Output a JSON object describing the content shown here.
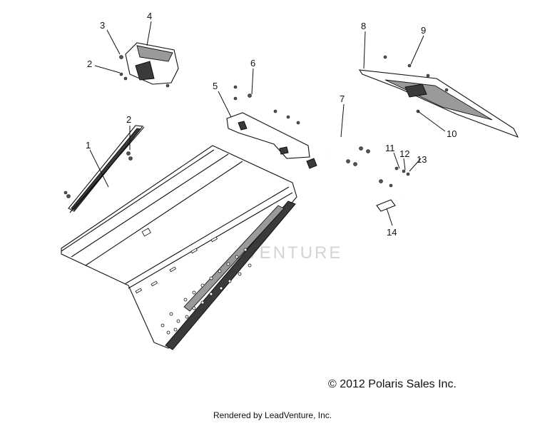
{
  "diagram": {
    "callouts": [
      {
        "id": "1",
        "label": "1"
      },
      {
        "id": "2a",
        "label": "2"
      },
      {
        "id": "2b",
        "label": "2"
      },
      {
        "id": "3",
        "label": "3"
      },
      {
        "id": "4",
        "label": "4"
      },
      {
        "id": "5",
        "label": "5"
      },
      {
        "id": "6",
        "label": "6"
      },
      {
        "id": "7",
        "label": "7"
      },
      {
        "id": "8",
        "label": "8"
      },
      {
        "id": "9",
        "label": "9"
      },
      {
        "id": "10",
        "label": "10"
      },
      {
        "id": "11",
        "label": "11"
      },
      {
        "id": "12",
        "label": "12"
      },
      {
        "id": "13",
        "label": "13"
      },
      {
        "id": "14",
        "label": "14"
      }
    ],
    "watermark": "LEADVENTURE",
    "copyright": "© 2012 Polaris Sales Inc.",
    "rendered_by": "Rendered by LeadVenture, Inc."
  },
  "colors": {
    "line": "#111111",
    "watermark": "#d4d4d4",
    "background": "#ffffff"
  }
}
